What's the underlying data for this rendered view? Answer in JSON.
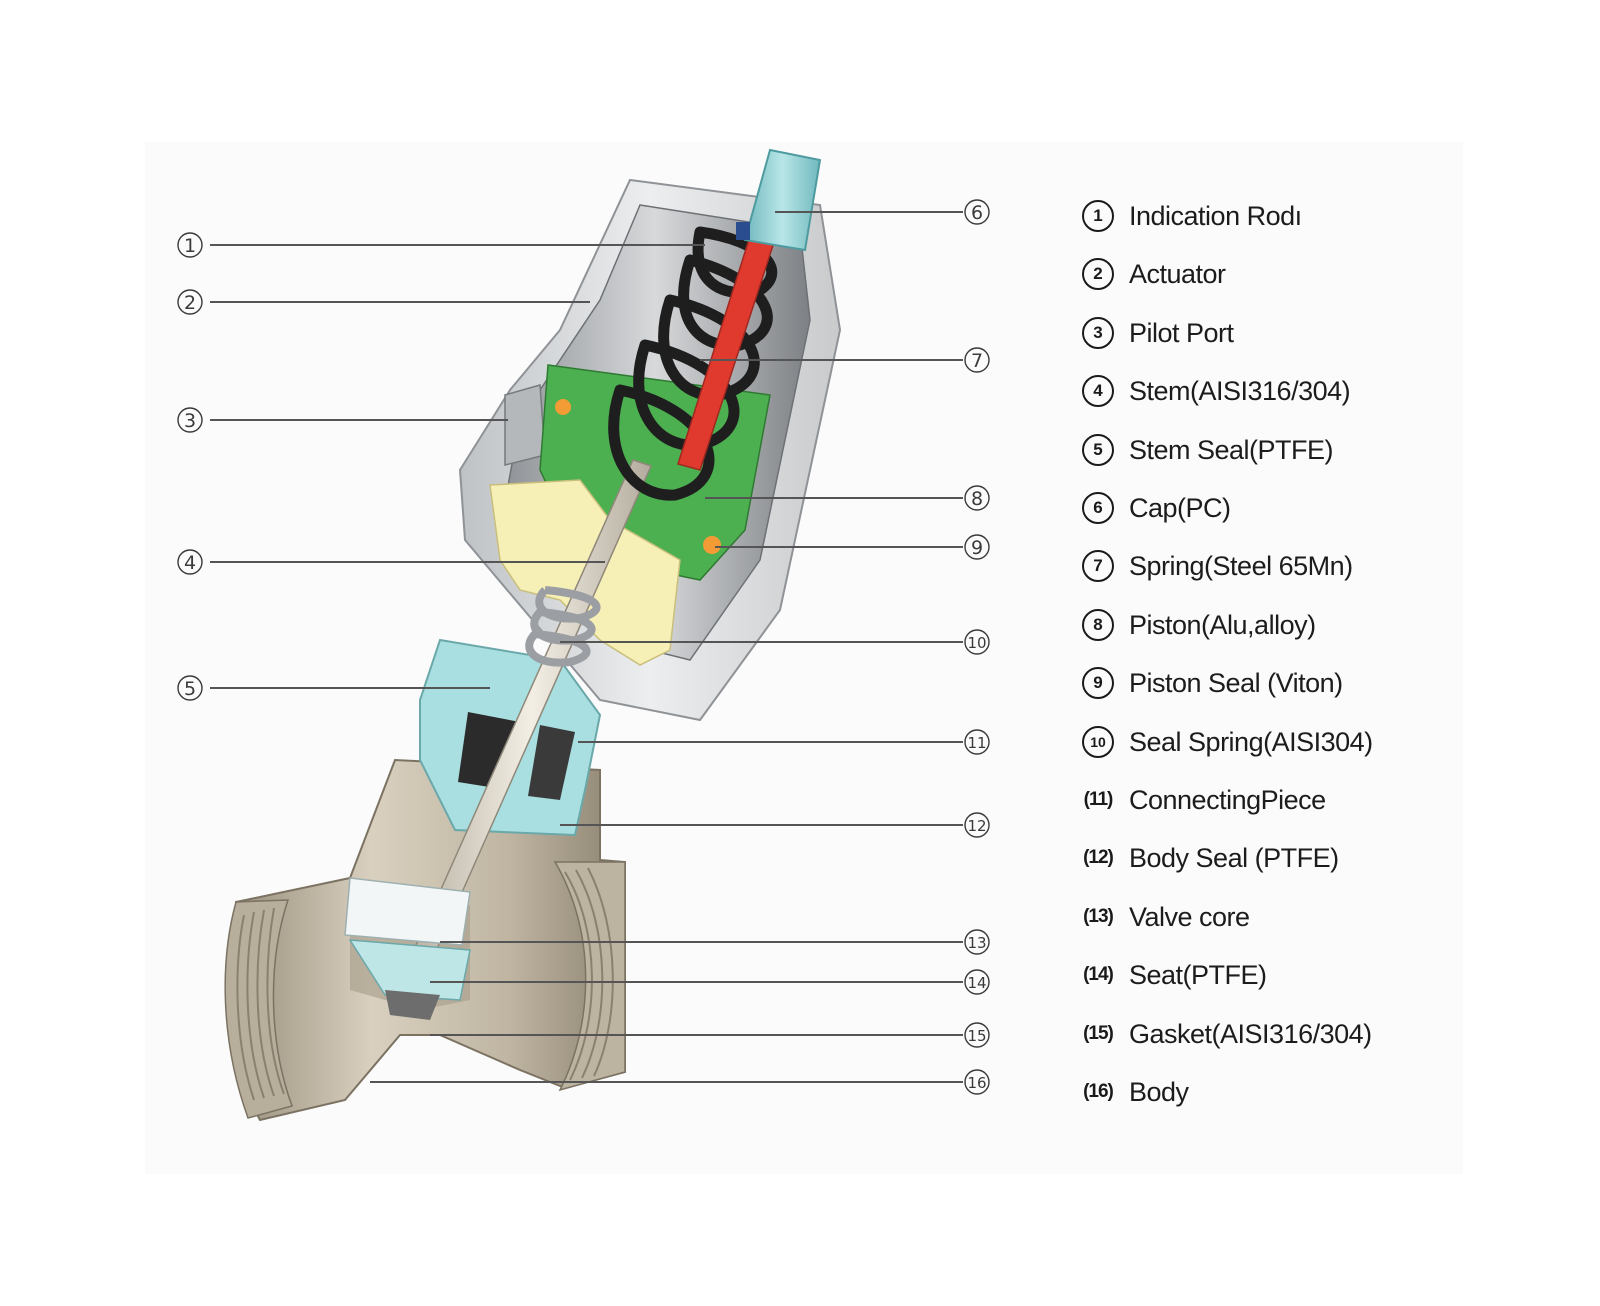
{
  "colors": {
    "body_metal": "#c9bfae",
    "body_metal_dark": "#8f8574",
    "actuator_housing": "#d8dadb",
    "actuator_dark": "#9c9fa3",
    "cap": "#8ecfd3",
    "piston": "#4caf50",
    "spring": "#222222",
    "indication_rod": "#e03a2f",
    "connecting_piece": "#a9dfe0",
    "stem": "#e8e2d6",
    "yellow_insert": "#f6efb6"
  },
  "callouts": [
    {
      "id": 1,
      "marker": "①",
      "label": "Indication Rodı"
    },
    {
      "id": 2,
      "marker": "②",
      "label": "Actuator"
    },
    {
      "id": 3,
      "marker": "③",
      "label": "Pilot  Port"
    },
    {
      "id": 4,
      "marker": "④",
      "label": "Stem(AISI316/304)"
    },
    {
      "id": 5,
      "marker": "⑤",
      "label": "Stem Seal(PTFE)"
    },
    {
      "id": 6,
      "marker": "⑥",
      "label": "Cap(PC)"
    },
    {
      "id": 7,
      "marker": "⑦",
      "label": "Spring(Steel 65Mn)"
    },
    {
      "id": 8,
      "marker": "⑧",
      "label": "Piston(Alu,alloy)"
    },
    {
      "id": 9,
      "marker": "⑨",
      "label": "Piston Seal (Viton)"
    },
    {
      "id": 10,
      "marker": "⑩",
      "label": "Seal Spring(AISI304)"
    },
    {
      "id": 11,
      "marker": "(11)",
      "label": "ConnectingPiece"
    },
    {
      "id": 12,
      "marker": "(12)",
      "label": "Body Seal (PTFE)"
    },
    {
      "id": 13,
      "marker": "(13)",
      "label": "Valve core"
    },
    {
      "id": 14,
      "marker": "(14)",
      "label": "Seat(PTFE)"
    },
    {
      "id": 15,
      "marker": "(15)",
      "label": "Gasket(AISI316/304)"
    },
    {
      "id": 16,
      "marker": "(16)",
      "label": "Body"
    }
  ],
  "diagram_numbers": [
    "1",
    "2",
    "3",
    "4",
    "5",
    "6",
    "7",
    "8",
    "9",
    "10",
    "11",
    "12",
    "13",
    "14",
    "15",
    "16"
  ]
}
